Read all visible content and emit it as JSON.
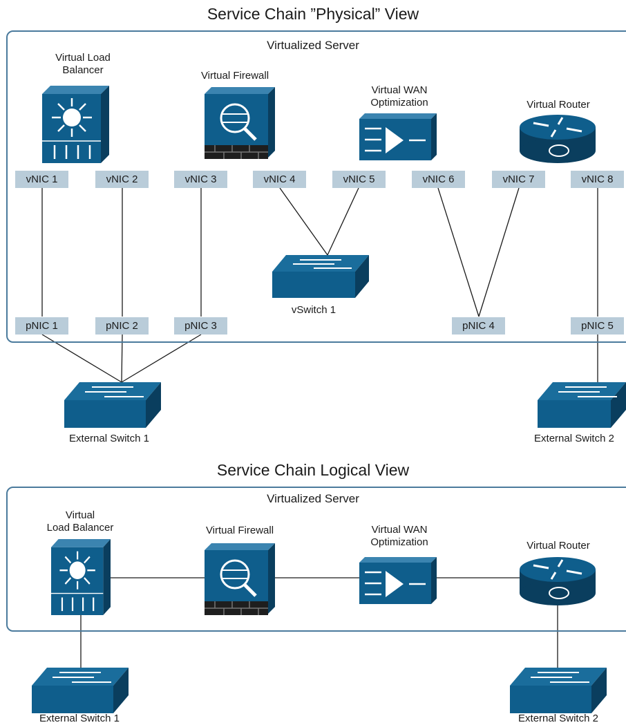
{
  "physical": {
    "title": "Service Chain ”Physical” View",
    "server_label": "Virtualized Server",
    "devices": {
      "load_balancer": "Virtual Load\nBalancer",
      "firewall": "Virtual Firewall",
      "wan_opt": "Virtual WAN\nOptimization",
      "router": "Virtual Router"
    },
    "vnics": [
      "vNIC 1",
      "vNIC 2",
      "vNIC 3",
      "vNIC 4",
      "vNIC 5",
      "vNIC 6",
      "vNIC 7",
      "vNIC 8"
    ],
    "pnics": [
      "pNIC 1",
      "pNIC 2",
      "pNIC 3",
      "pNIC 4",
      "pNIC 5"
    ],
    "vswitch_label": "vSwitch 1",
    "ext_switch_1": "External Switch 1",
    "ext_switch_2": "External Switch 2"
  },
  "logical": {
    "title": "Service Chain Logical View",
    "server_label": "Virtualized Server",
    "devices": {
      "load_balancer": "Virtual\nLoad Balancer",
      "firewall": "Virtual Firewall",
      "wan_opt": "Virtual WAN\nOptimization",
      "router": "Virtual Router"
    },
    "ext_switch_1": "External Switch 1",
    "ext_switch_2": "External Switch 2"
  },
  "colors": {
    "device_blue": "#0f5e8c",
    "device_dark": "#0a3e5e",
    "nic_fill": "#b9ccd9",
    "frame_border": "#4a7a9c"
  },
  "icons": [
    "load-balancer-icon",
    "firewall-icon",
    "wan-optimizer-icon",
    "router-icon",
    "switch-icon"
  ]
}
